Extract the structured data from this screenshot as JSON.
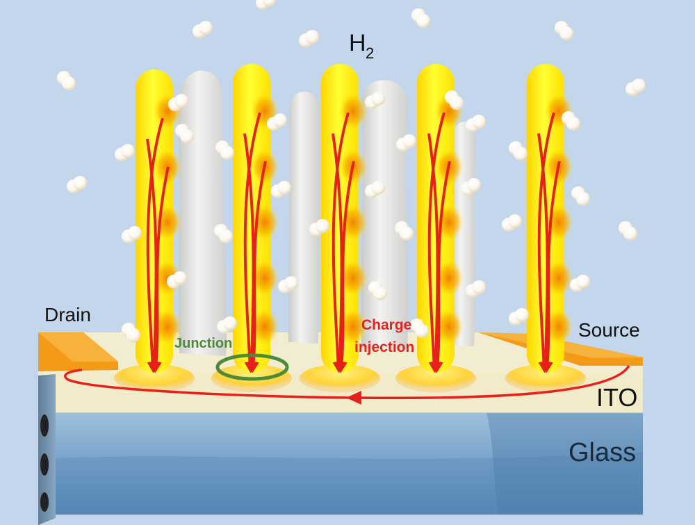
{
  "labels": {
    "gas": "H",
    "gas_subscript": "2",
    "drain": "Drain",
    "source": "Source",
    "junction": "Junction",
    "charge_line1": "Charge",
    "charge_line2": "injection",
    "ito": "ITO",
    "glass": "Glass"
  },
  "colors": {
    "background": "#c4d6ec",
    "nanorod": "#ffee00",
    "nanorod_hot": "#f59a00",
    "arrows": "#e8201c",
    "junction_ring": "#4d8a3a",
    "junction_text": "#4d8a3a",
    "charge_text": "#e8201c",
    "electrode": "#f39a18",
    "ito_layer": "#f1ebc9",
    "glass_layer": "#6f9dc4",
    "white_rod": "#e6e6e4"
  },
  "counts": {
    "yellow_nanorods": 5,
    "white_nanorods": 4
  }
}
